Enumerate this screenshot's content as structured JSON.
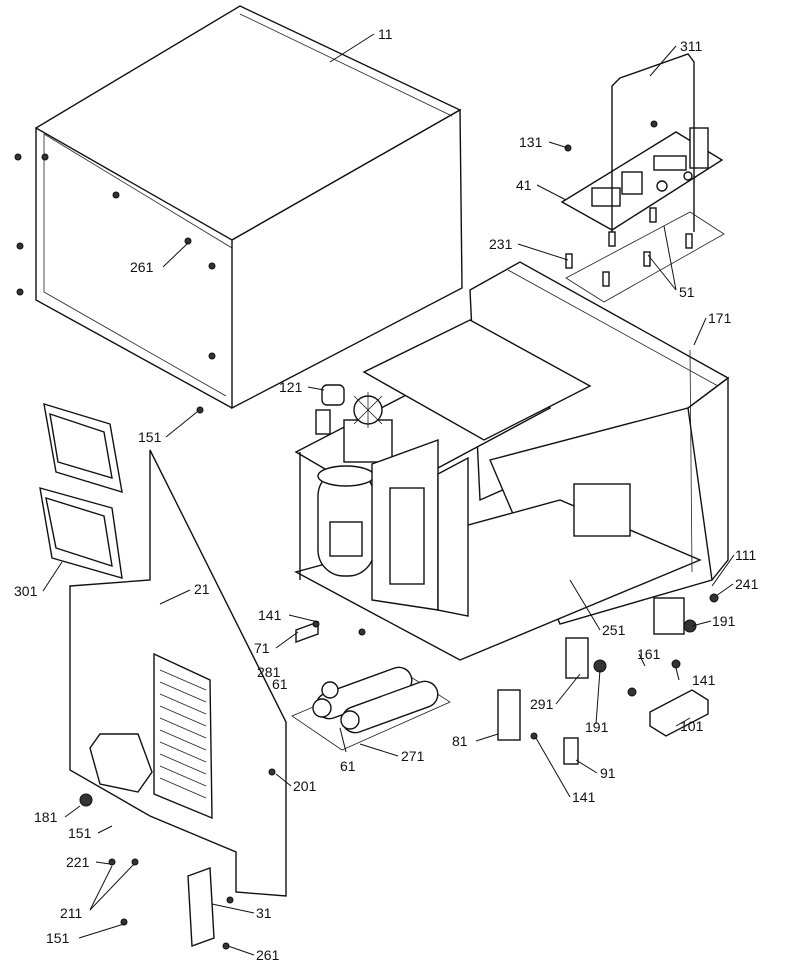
{
  "labels": {
    "l11": "11",
    "l311": "311",
    "l131": "131",
    "l41": "41",
    "l231": "231",
    "l51": "51",
    "l171": "171",
    "l261a": "261",
    "l121": "121",
    "l151a": "151",
    "l301": "301",
    "l21": "21",
    "l111": "111",
    "l241": "241",
    "l141a": "141",
    "l191a": "191",
    "l71": "71",
    "l281": "281",
    "l61a": "61",
    "l251": "251",
    "l161": "161",
    "l141b": "141",
    "l291": "291",
    "l191b": "191",
    "l101": "101",
    "l61b": "61",
    "l271": "271",
    "l81": "81",
    "l91": "91",
    "l201": "201",
    "l141c": "141",
    "l181": "181",
    "l151b": "151",
    "l221": "221",
    "l211": "211",
    "l31": "31",
    "l151c": "151",
    "l261b": "261"
  }
}
